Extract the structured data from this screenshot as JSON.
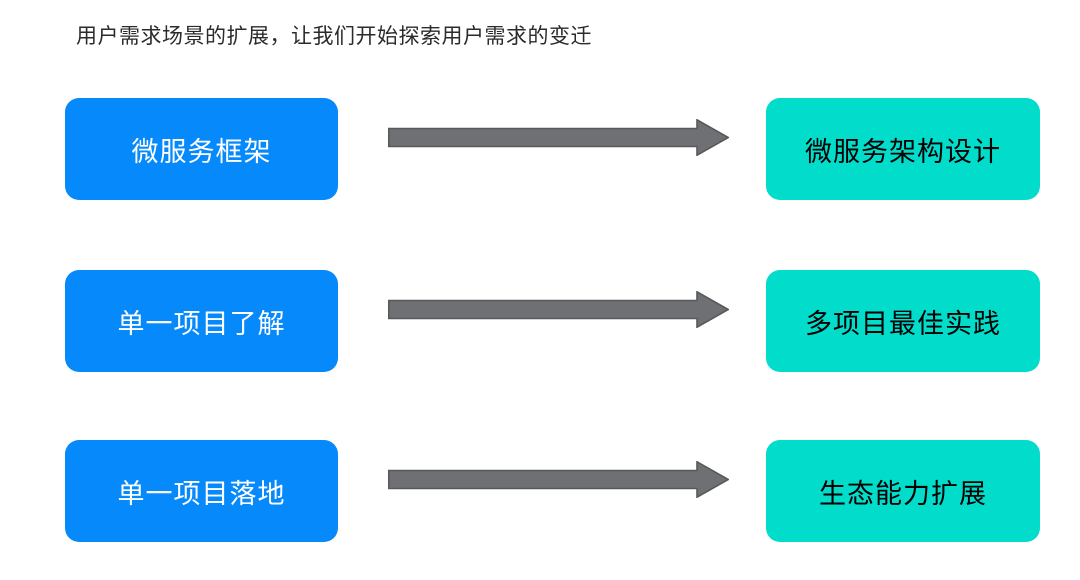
{
  "slide": {
    "title": "用户需求场景的扩展，让我们开始探索用户需求的变迁",
    "background_color": "#ffffff"
  },
  "colors": {
    "source_box": "#0689fb",
    "source_text": "#ffffff",
    "target_box": "#01dccb",
    "target_text": "#000000",
    "arrow_fill": "#6e7073",
    "arrow_stroke": "#58595b",
    "title_text": "#2b2b2b"
  },
  "rows": [
    {
      "source_label": "微服务框架",
      "arrow_icon": "right-arrow-icon",
      "target_label": "微服务架构设计"
    },
    {
      "source_label": "单一项目了解",
      "arrow_icon": "right-arrow-icon",
      "target_label": "多项目最佳实践"
    },
    {
      "source_label": "单一项目落地",
      "arrow_icon": "right-arrow-icon",
      "target_label": "生态能力扩展"
    }
  ]
}
